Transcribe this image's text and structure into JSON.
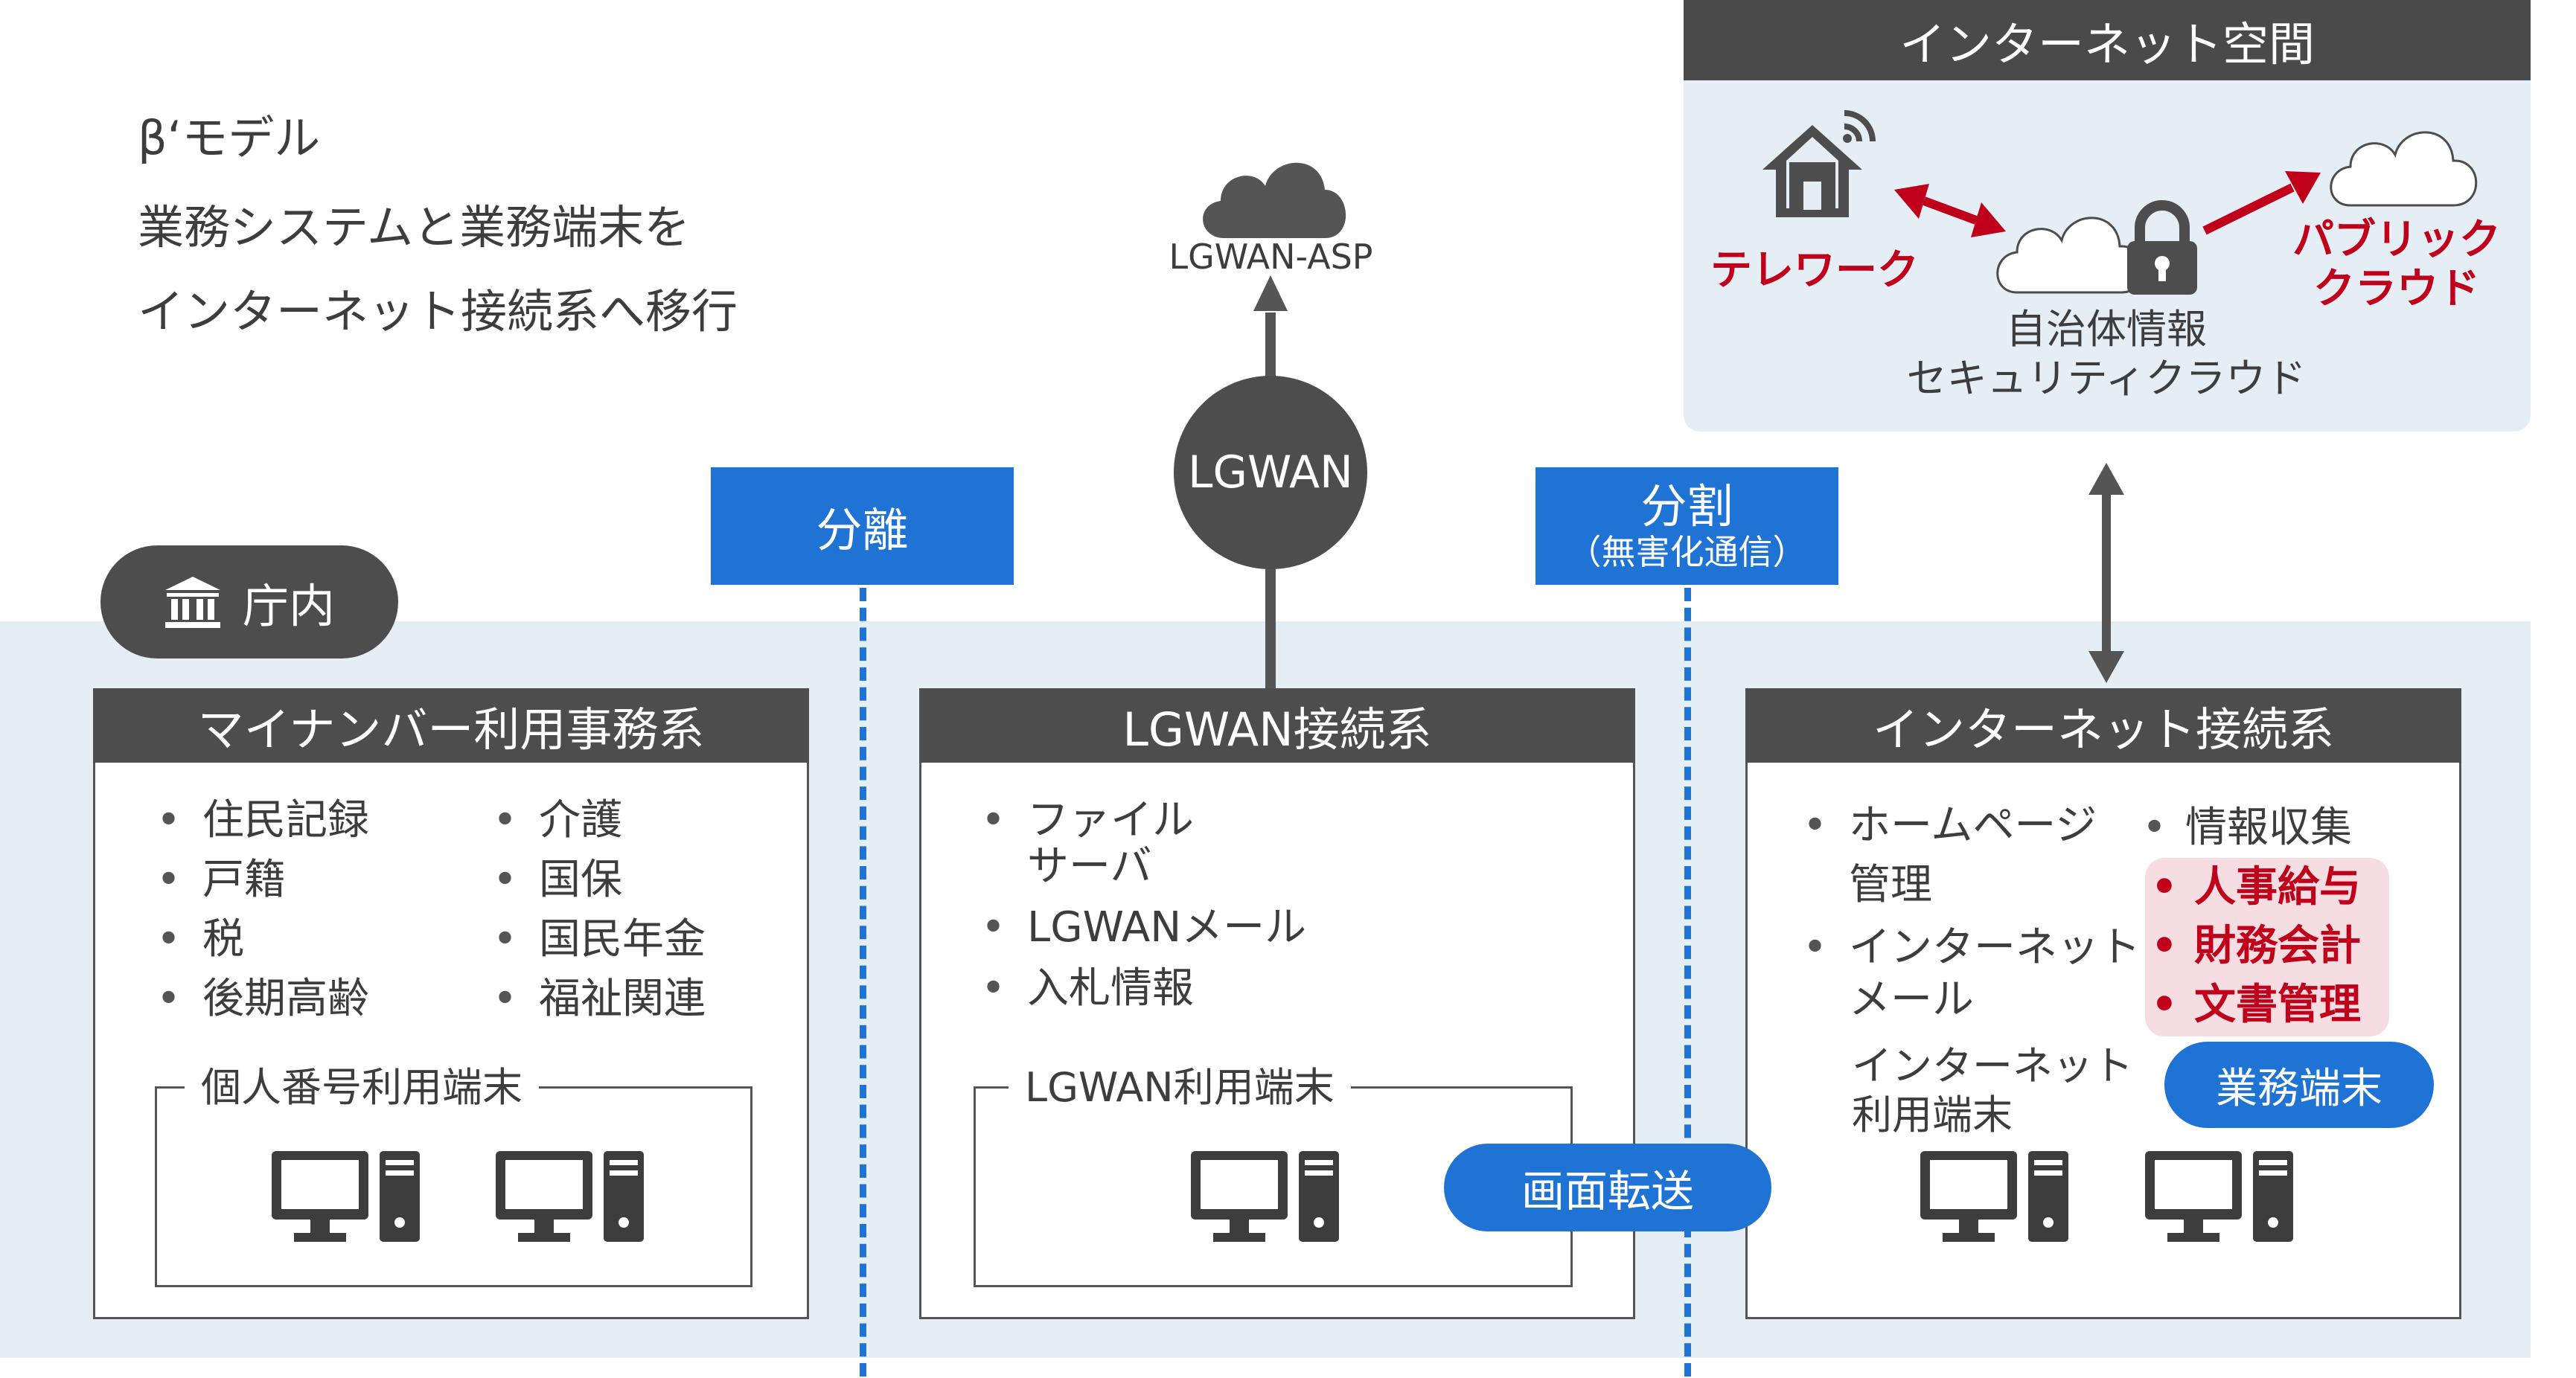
{
  "description": {
    "line1": "β‘モデル",
    "line2": "業務システムと業務端末を",
    "line3": "インターネット接続系へ移行"
  },
  "internet_space": {
    "title": "インターネット空間",
    "telework": "テレワーク",
    "public_cloud": [
      "パブリック",
      "クラウド"
    ],
    "security_cloud": [
      "自治体情報",
      "セキュリティクラウド"
    ]
  },
  "lgwan_asp": "LGWAN-ASP",
  "lgwan_node": "LGWAN",
  "separation": {
    "label": "分離"
  },
  "division": {
    "label": "分割",
    "sub": "（無害化通信）"
  },
  "office": {
    "label": "庁内"
  },
  "mynumber": {
    "title": "マイナンバー利用事務系",
    "items_left": [
      "住民記録",
      "戸籍",
      "税",
      "後期高齢"
    ],
    "items_right": [
      "介護",
      "国保",
      "国民年金",
      "福祉関連"
    ],
    "terminal_label": "個人番号利用端末"
  },
  "lgwan_sys": {
    "title": "LGWAN接続系",
    "items": [
      [
        "ファイル",
        "サーバ"
      ],
      [
        "LGWANメール"
      ],
      [
        "入札情報"
      ]
    ],
    "terminal_label": "LGWAN利用端末"
  },
  "internet_sys": {
    "title": "インターネット接続系",
    "items_left": [
      [
        "ホームページ",
        "管理"
      ],
      [
        "インターネット",
        "メール"
      ]
    ],
    "items_right": [
      "情報収集"
    ],
    "items_highlight": [
      "人事給与",
      "財務会計",
      "文書管理"
    ],
    "terminal_label": [
      "インターネット",
      "利用端末"
    ],
    "business_terminal": "業務端末"
  },
  "screen_transfer": "画面転送",
  "bullet": "•",
  "colors": {
    "accent_blue": "#1f73d4",
    "highlight_red": "#c0001a",
    "dark": "#4d4d4d",
    "band": "#e6eef5"
  },
  "icons": [
    "home-wifi-icon",
    "cloud-icon",
    "padlock-icon",
    "government-building-icon",
    "desktop-computer-icon"
  ]
}
